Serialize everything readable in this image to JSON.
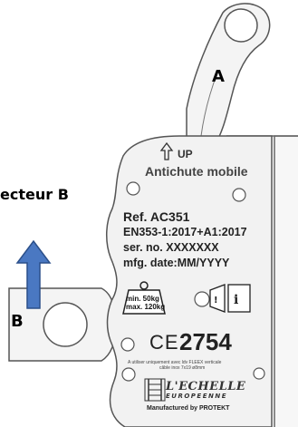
{
  "labels": {
    "a": "A",
    "b": "B",
    "connector": "ecteur B"
  },
  "device": {
    "up_label": "UP",
    "title": "Antichute mobile",
    "ref": "Ref. AC351",
    "standard": "EN353-1:2017+A1:2017",
    "serial": "ser. no. XXXXXXX",
    "mfg_date": "mfg. date:MM/YYYY",
    "weight_min": "min. 50kg",
    "weight_max": "max. 120kg",
    "ce_mark": "CE",
    "ce_number": "2754",
    "note_line1": "A utiliser uniquement avec ldv FLEEX verticale",
    "note_line2": "câble inox 7x19 ø8mm",
    "brand_line1": "L'ECHELLE",
    "brand_line2": "EUROPEENNE",
    "manufacturer": "Manufactured by PROTEKT"
  },
  "icons": {
    "arrow": "blue-up-arrow-icon",
    "up": "up-arrow-outline-icon",
    "weight": "weight-icon",
    "manual": "read-manual-icon",
    "brand": "ladder-logo-icon"
  },
  "colors": {
    "arrow_fill": "#4a78c2",
    "arrow_stroke": "#2b4f8a",
    "outline": "#555555",
    "body_fill": "#f2f2f2"
  }
}
